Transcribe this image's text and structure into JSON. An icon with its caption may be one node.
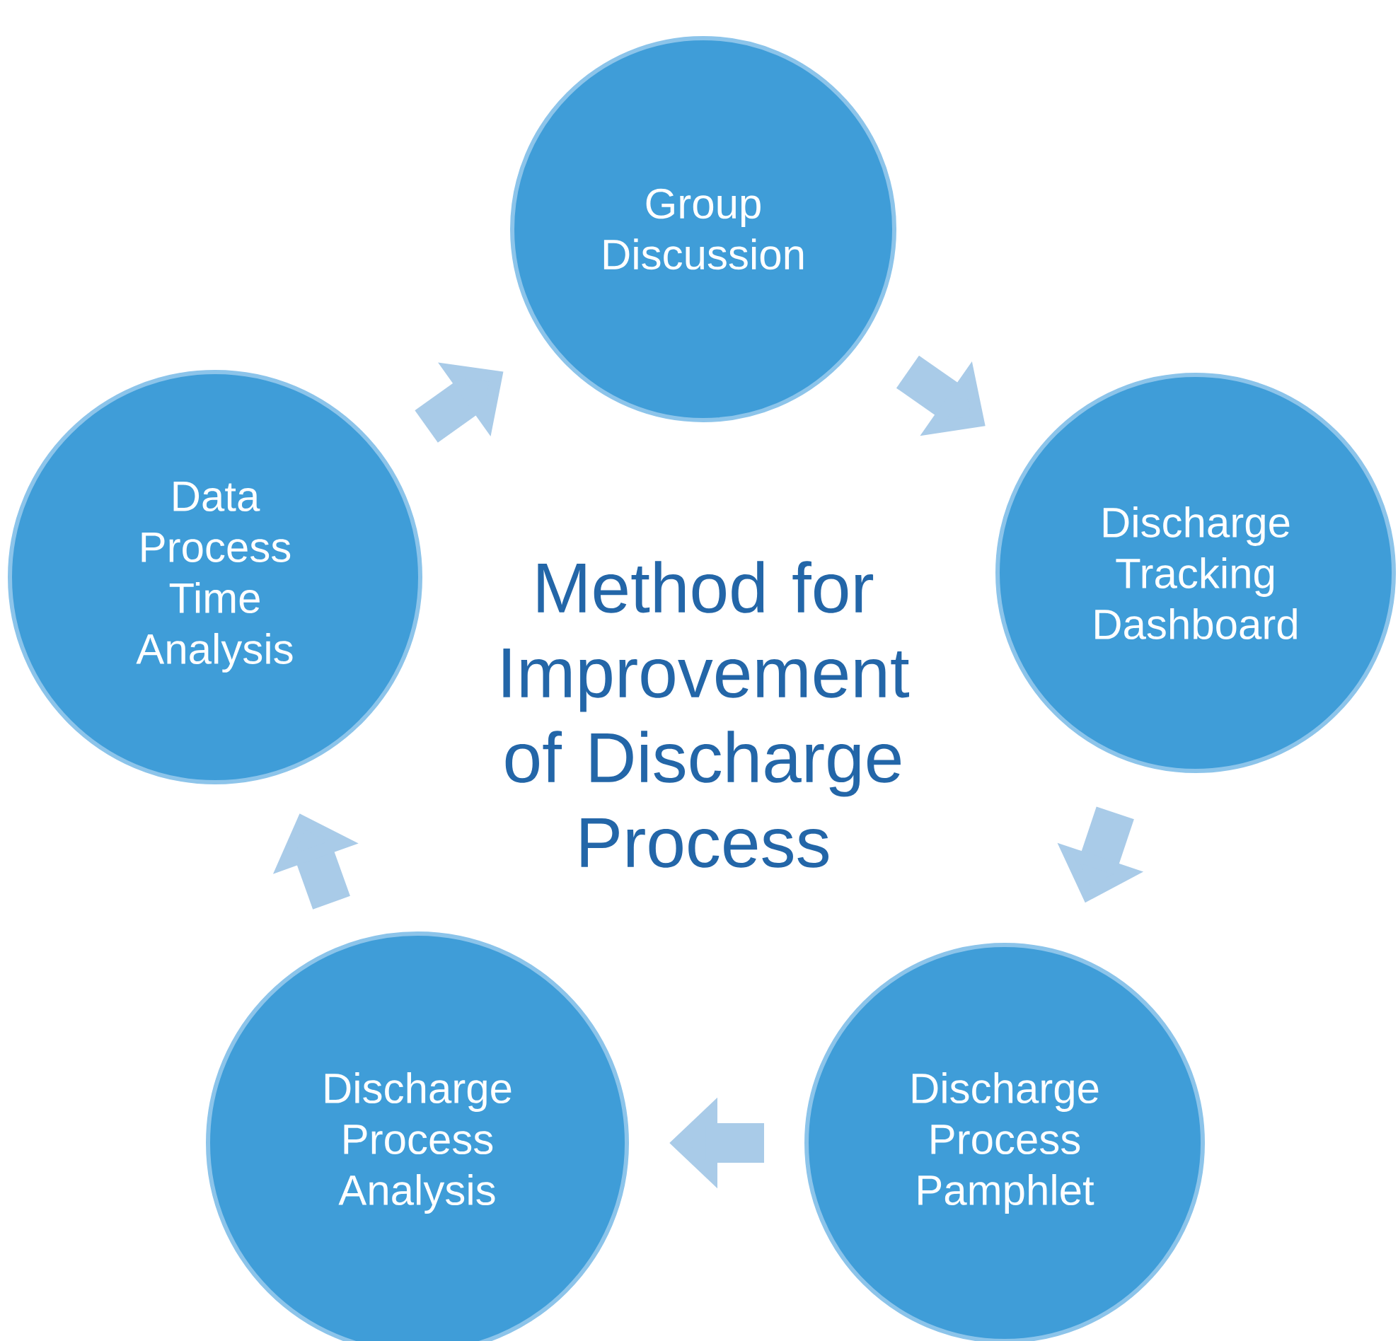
{
  "diagram": {
    "title": "Method for Improvement of Discharge Process",
    "nodes": [
      {
        "text": [
          "Group Discussion"
        ]
      },
      {
        "text": [
          "Discharge Tracking Dashboard"
        ]
      },
      {
        "text": [
          "Discharge Process Pamphlet"
        ]
      },
      {
        "text": [
          "Discharge Process Analysis"
        ]
      },
      {
        "text": [
          "Data Process Time Analysis"
        ]
      }
    ],
    "edges": [
      {
        "from": 0,
        "to": 1,
        "arrow": "to"
      },
      {
        "from": 1,
        "to": 2,
        "arrow": "to"
      },
      {
        "from": 2,
        "to": 3,
        "arrow": "to"
      },
      {
        "from": 3,
        "to": 4,
        "arrow": "to"
      },
      {
        "from": 4,
        "to": 0,
        "arrow": "to"
      }
    ]
  }
}
